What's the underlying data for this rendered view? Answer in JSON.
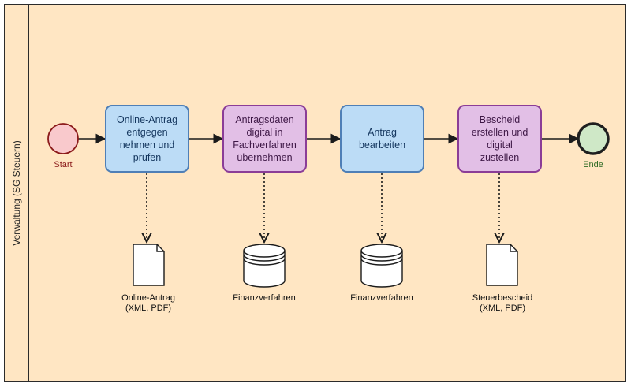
{
  "lane": {
    "label": "Verwaltung (SG Steuern)"
  },
  "events": {
    "start": {
      "label": "Start",
      "color": "#8b1a1a",
      "fill": "#f9c9cc"
    },
    "end": {
      "label": "Ende",
      "color": "#2e6b24",
      "fill": "#cfe8c7"
    }
  },
  "tasks": [
    {
      "label": "Online-Antrag\nentgegen\nnehmen und\nprüfen",
      "kind": "manual"
    },
    {
      "label": "Antragsdaten\ndigital in\nFachverfahren\nübernehmen",
      "kind": "digital"
    },
    {
      "label": "Antrag\nbearbeiten",
      "kind": "manual"
    },
    {
      "label": "Bescheid\nerstellen und\ndigital\nzustellen",
      "kind": "digital"
    }
  ],
  "artifacts": [
    {
      "type": "document",
      "label": "Online-Antrag\n(XML, PDF)"
    },
    {
      "type": "datastore",
      "label": "Finanzverfahren"
    },
    {
      "type": "datastore",
      "label": "Finanzverfahren"
    },
    {
      "type": "document",
      "label": "Steuerbescheid\n(XML, PDF)"
    }
  ],
  "colors": {
    "task_blue": "#bcdcf6",
    "task_purple": "#e2bfe6",
    "pool": "#ffe6c3"
  }
}
